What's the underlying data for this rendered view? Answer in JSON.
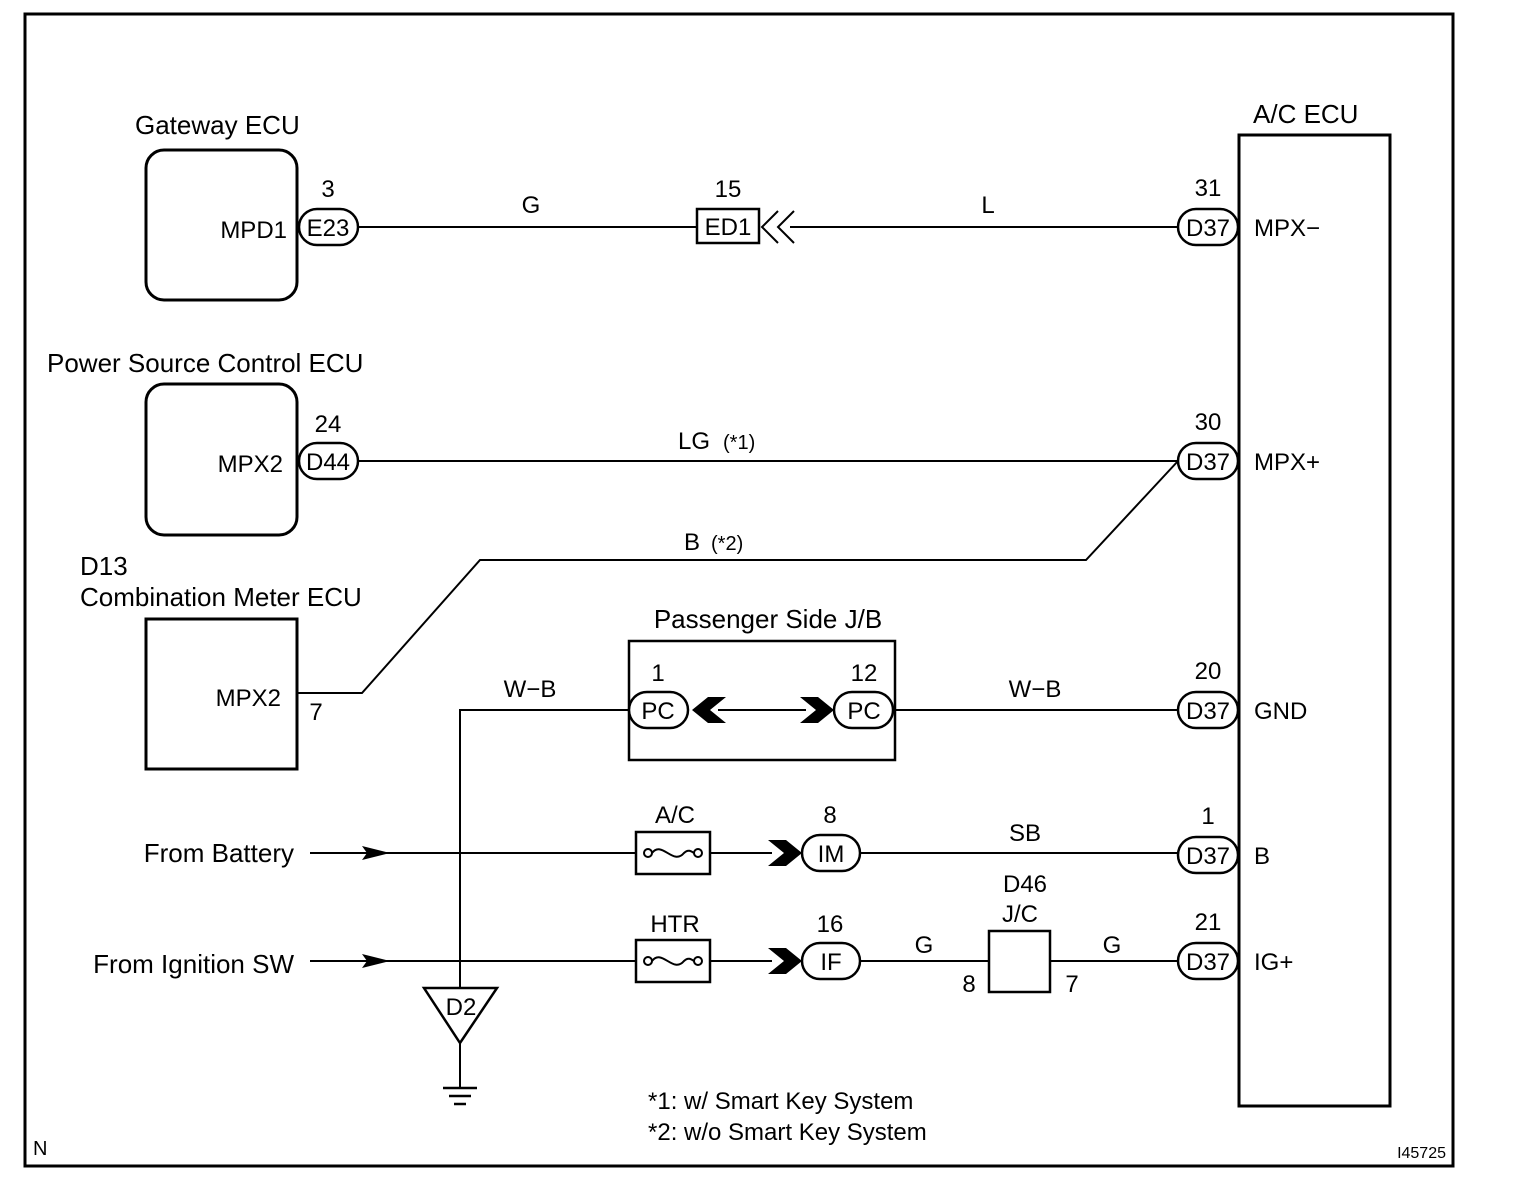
{
  "components": {
    "gateway_ecu": {
      "title": "Gateway ECU",
      "terminal": "MPD1",
      "pin": "3",
      "connector": "E23"
    },
    "power_source_ecu": {
      "title": "Power Source Control ECU",
      "terminal": "MPX2",
      "pin": "24",
      "connector": "D44"
    },
    "combination_meter": {
      "code": "D13",
      "title": "Combination Meter ECU",
      "terminal": "MPX2",
      "pin": "7"
    },
    "ac_ecu": {
      "title": "A/C ECU"
    },
    "junction_ed1": {
      "pin": "15",
      "connector": "ED1"
    },
    "passenger_jb": {
      "title": "Passenger Side J/B",
      "left_pin": "1",
      "left_connector": "PC",
      "right_pin": "12",
      "right_connector": "PC"
    },
    "jc_d46": {
      "code": "D46",
      "name": "J/C",
      "left_pin": "8",
      "right_pin": "7"
    },
    "fuse_ac": {
      "label": "A/C"
    },
    "fuse_htr": {
      "label": "HTR"
    },
    "connector_im": {
      "pin": "8",
      "connector": "IM"
    },
    "connector_if": {
      "pin": "16",
      "connector": "IF"
    },
    "ground": {
      "label": "D2"
    }
  },
  "ac_pins": [
    {
      "pin": "31",
      "connector": "D37",
      "terminal": "MPX−"
    },
    {
      "pin": "30",
      "connector": "D37",
      "terminal": "MPX+"
    },
    {
      "pin": "20",
      "connector": "D37",
      "terminal": "GND"
    },
    {
      "pin": "1",
      "connector": "D37",
      "terminal": "B"
    },
    {
      "pin": "21",
      "connector": "D37",
      "terminal": "IG+"
    }
  ],
  "wires": {
    "gateway_g": "G",
    "gateway_l": "L",
    "lg_main": "LG",
    "lg_note": "(*1)",
    "b_main": "B",
    "b_note": "(*2)",
    "wb_left": "W−B",
    "wb_right": "W−B",
    "sb": "SB",
    "ig_g_left": "G",
    "ig_g_right": "G"
  },
  "sources": {
    "battery": "From Battery",
    "ignition": "From Ignition SW"
  },
  "notes": [
    "*1: w/ Smart Key System",
    "*2: w/o Smart Key System"
  ],
  "corner_left": "N",
  "figure_id": "I45725"
}
